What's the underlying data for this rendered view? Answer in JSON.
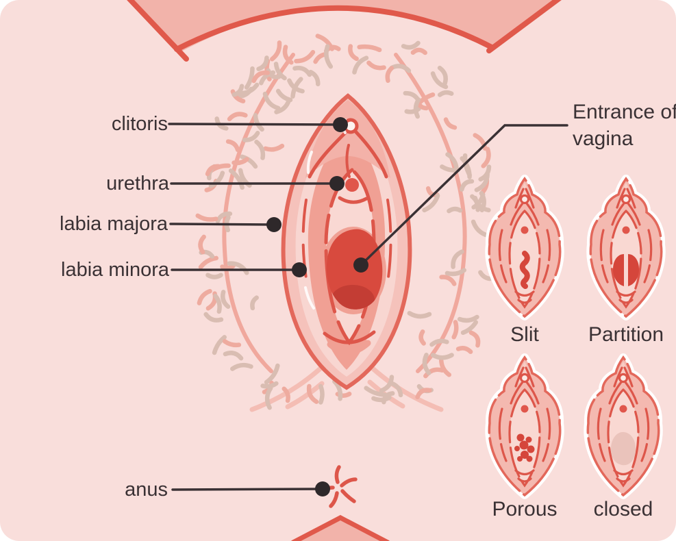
{
  "diagram": {
    "main_labels": {
      "clitoris": "clitoris",
      "urethra": "urethra",
      "labia_majora": "labia majora",
      "labia_minora": "labia minora",
      "entrance_of_vagina": "Entrance of vagina",
      "anus": "anus"
    },
    "hymen_variants": [
      {
        "label": "Slit"
      },
      {
        "label": "Partition"
      },
      {
        "label": "Porous"
      },
      {
        "label": "closed"
      }
    ]
  },
  "palette": {
    "background": "#f9dedb",
    "band_fill": "#f2b3aa",
    "band_stroke": "#e0594b",
    "hair_tan": "#d9bdb2",
    "hair_pink": "#eeab9f",
    "contour_pink": "#f0a89d",
    "crease_pink": "#f4bdb4",
    "outer_labia_fill": "#f5c2bb",
    "outer_labia_stroke": "#e3685b",
    "inner_majora_fill": "#f8d6d1",
    "labia_minora_fill": "#f0a094",
    "hood_fill": "#f3b2a9",
    "vestibule_fill": "#f9d8d3",
    "line_red": "#dd564a",
    "opening_red": "#d84a3e",
    "opening_dark": "#c33d34",
    "urethra_red": "#e0564b",
    "mini_body_fill": "#f4b9b0",
    "mini_hood_fill": "#f7cdc5",
    "mini_vestibule_fill": "#f9d8d2",
    "variant_red": "#d5463b",
    "closed_blob": "#eac3bb",
    "ink": "#3a3134",
    "leader_dot": "#2e282a"
  }
}
